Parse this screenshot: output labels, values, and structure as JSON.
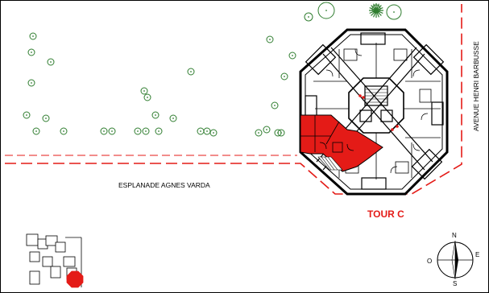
{
  "plan": {
    "labels": {
      "esplanade": "ESPLANADE AGNES VARDA",
      "avenue": "AVENUE HENRI BARBUSSE",
      "tower": "TOUR C"
    },
    "compass": {
      "north": "N",
      "south": "S",
      "east": "E",
      "west": "O"
    },
    "colors": {
      "highlight": "#e41b17",
      "boundary": "#e41b17",
      "tree": "#2f7d2f",
      "building": "#000000"
    },
    "icons": {
      "compass": "compass-rose-icon",
      "tree": "tree-icon",
      "key_plan": "key-plan-thumbnail"
    }
  }
}
